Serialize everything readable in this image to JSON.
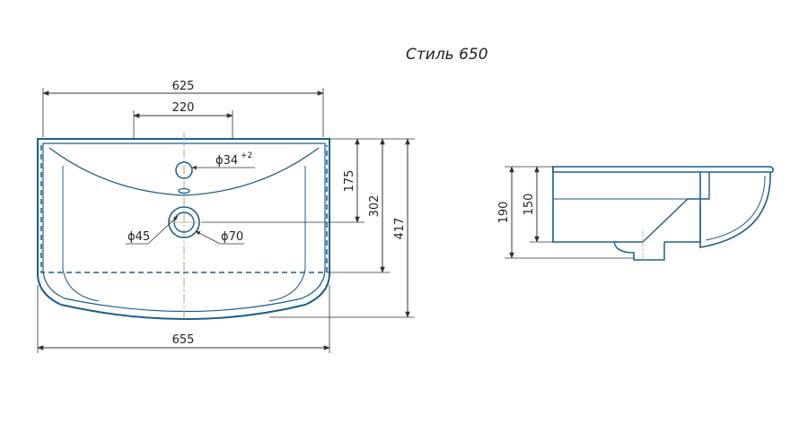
{
  "title": "Стиль 650",
  "top_view": {
    "width_overall": "625",
    "tap_hole_spacing": "220",
    "tap_hole_diameter": "ϕ34",
    "tap_hole_tolerance": "+2",
    "depth_to_drain": "175",
    "depth_bowl": "302",
    "depth_overall": "417",
    "drain_inner_diameter": "ϕ45",
    "drain_outer_diameter": "ϕ70",
    "width_bottom": "655"
  },
  "side_view": {
    "height_overall": "190",
    "height_bowl": "150"
  },
  "colors": {
    "outline": "#1b5e8c",
    "dimension": "#333333",
    "centerline": "#b8a16a",
    "dashed": "#1b5e8c"
  }
}
